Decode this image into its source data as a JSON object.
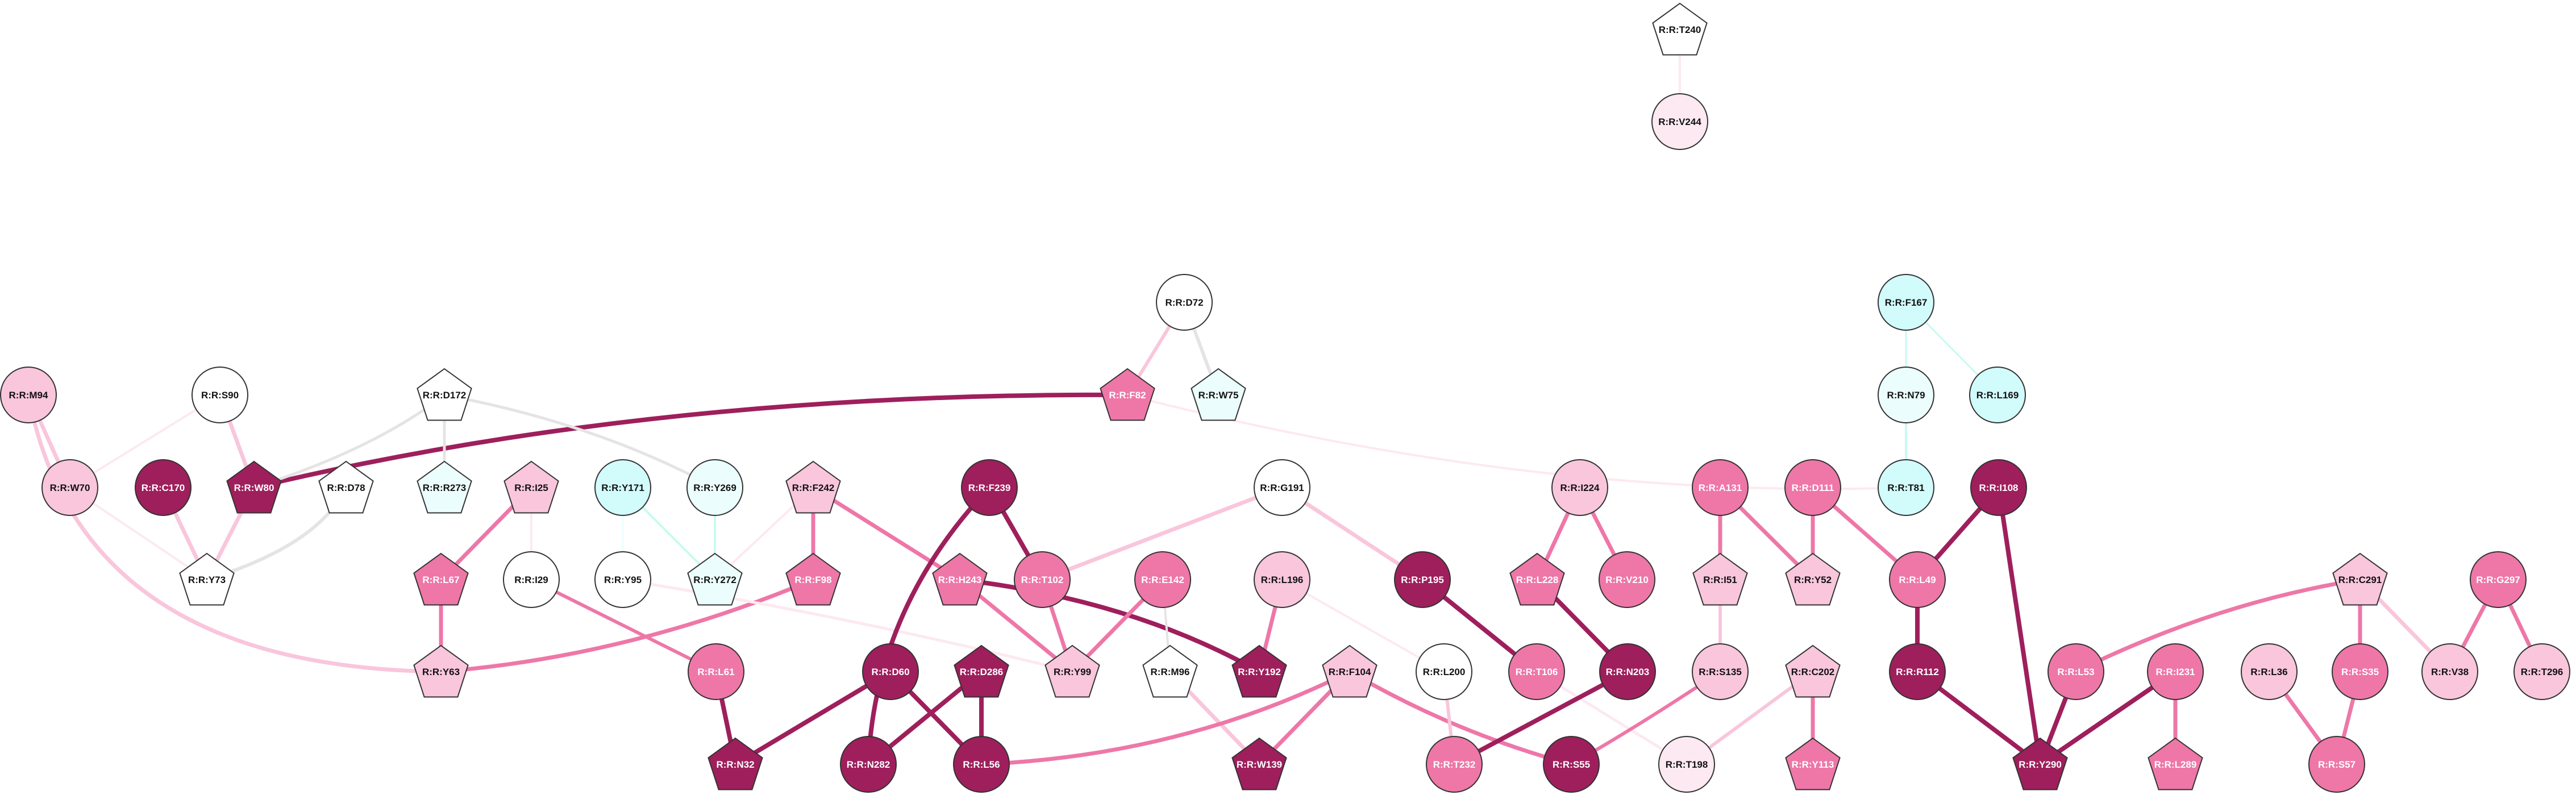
{
  "colors": {
    "c0": "#ffffff",
    "c1": "#fde9f1",
    "c2": "#f9c6dc",
    "c3": "#ee77a8",
    "c4": "#9e1f5c",
    "cyan": "#d2fbfb",
    "cyanl": "#ecfdfd",
    "edge_grey": "#e4e4e4",
    "edge_cyan": "#c8fbf0",
    "outline": "#333333"
  },
  "nodes": [
    {
      "id": "T240",
      "label": "R:R:T240",
      "shape": "pentagon",
      "fill": "c0"
    },
    {
      "id": "V244",
      "label": "R:R:V244",
      "shape": "circle",
      "fill": "c1"
    },
    {
      "id": "D72",
      "label": "R:R:D72",
      "shape": "circle",
      "fill": "c0"
    },
    {
      "id": "F82",
      "label": "R:R:F82",
      "shape": "pentagon",
      "fill": "c3"
    },
    {
      "id": "W75",
      "label": "R:R:W75",
      "shape": "pentagon",
      "fill": "cyanl"
    },
    {
      "id": "F167",
      "label": "R:R:F167",
      "shape": "circle",
      "fill": "cyan"
    },
    {
      "id": "N79",
      "label": "R:R:N79",
      "shape": "circle",
      "fill": "cyanl"
    },
    {
      "id": "L169",
      "label": "R:R:L169",
      "shape": "circle",
      "fill": "cyan"
    },
    {
      "id": "T81",
      "label": "R:R:T81",
      "shape": "circle",
      "fill": "cyan"
    },
    {
      "id": "M94",
      "label": "R:R:M94",
      "shape": "circle",
      "fill": "c2"
    },
    {
      "id": "S90",
      "label": "R:R:S90",
      "shape": "circle",
      "fill": "c0"
    },
    {
      "id": "D172",
      "label": "R:R:D172",
      "shape": "pentagon",
      "fill": "c0"
    },
    {
      "id": "W70",
      "label": "R:R:W70",
      "shape": "circle",
      "fill": "c2"
    },
    {
      "id": "C170",
      "label": "R:R:C170",
      "shape": "circle",
      "fill": "c4"
    },
    {
      "id": "W80",
      "label": "R:R:W80",
      "shape": "pentagon",
      "fill": "c4"
    },
    {
      "id": "D78",
      "label": "R:R:D78",
      "shape": "pentagon",
      "fill": "c0"
    },
    {
      "id": "R273",
      "label": "R:R:R273",
      "shape": "pentagon",
      "fill": "cyanl"
    },
    {
      "id": "I25",
      "label": "R:R:I25",
      "shape": "pentagon",
      "fill": "c2"
    },
    {
      "id": "Y171",
      "label": "R:R:Y171",
      "shape": "circle",
      "fill": "cyan"
    },
    {
      "id": "Y269",
      "label": "R:R:Y269",
      "shape": "circle",
      "fill": "cyanl"
    },
    {
      "id": "F242",
      "label": "R:R:F242",
      "shape": "pentagon",
      "fill": "c2"
    },
    {
      "id": "F239",
      "label": "R:R:F239",
      "shape": "circle",
      "fill": "c4"
    },
    {
      "id": "G191",
      "label": "R:R:G191",
      "shape": "circle",
      "fill": "c0"
    },
    {
      "id": "I224",
      "label": "R:R:I224",
      "shape": "circle",
      "fill": "c2"
    },
    {
      "id": "A131",
      "label": "R:R:A131",
      "shape": "circle",
      "fill": "c3"
    },
    {
      "id": "D111",
      "label": "R:R:D111",
      "shape": "circle",
      "fill": "c3"
    },
    {
      "id": "I108",
      "label": "R:R:I108",
      "shape": "circle",
      "fill": "c4"
    },
    {
      "id": "C291",
      "label": "R:R:C291",
      "shape": "pentagon",
      "fill": "c2"
    },
    {
      "id": "G297",
      "label": "R:R:G297",
      "shape": "circle",
      "fill": "c3"
    },
    {
      "id": "Y73",
      "label": "R:R:Y73",
      "shape": "pentagon",
      "fill": "c0"
    },
    {
      "id": "L67",
      "label": "R:R:L67",
      "shape": "pentagon",
      "fill": "c3"
    },
    {
      "id": "I29",
      "label": "R:R:I29",
      "shape": "circle",
      "fill": "c0"
    },
    {
      "id": "Y95",
      "label": "R:R:Y95",
      "shape": "circle",
      "fill": "c0"
    },
    {
      "id": "Y272",
      "label": "R:R:Y272",
      "shape": "pentagon",
      "fill": "cyanl"
    },
    {
      "id": "F98",
      "label": "R:R:F98",
      "shape": "pentagon",
      "fill": "c3"
    },
    {
      "id": "H243",
      "label": "R:R:H243",
      "shape": "pentagon",
      "fill": "c3"
    },
    {
      "id": "T102",
      "label": "R:R:T102",
      "shape": "circle",
      "fill": "c3"
    },
    {
      "id": "E142",
      "label": "R:R:E142",
      "shape": "circle",
      "fill": "c3"
    },
    {
      "id": "L196",
      "label": "R:R:L196",
      "shape": "circle",
      "fill": "c2"
    },
    {
      "id": "P195",
      "label": "R:R:P195",
      "shape": "circle",
      "fill": "c4"
    },
    {
      "id": "L228",
      "label": "R:R:L228",
      "shape": "pentagon",
      "fill": "c3"
    },
    {
      "id": "V210",
      "label": "R:R:V210",
      "shape": "circle",
      "fill": "c3"
    },
    {
      "id": "I51",
      "label": "R:R:I51",
      "shape": "pentagon",
      "fill": "c2"
    },
    {
      "id": "Y52",
      "label": "R:R:Y52",
      "shape": "pentagon",
      "fill": "c2"
    },
    {
      "id": "L49",
      "label": "R:R:L49",
      "shape": "circle",
      "fill": "c3"
    },
    {
      "id": "Y63",
      "label": "R:R:Y63",
      "shape": "pentagon",
      "fill": "c2"
    },
    {
      "id": "L61",
      "label": "R:R:L61",
      "shape": "circle",
      "fill": "c3"
    },
    {
      "id": "D60",
      "label": "R:R:D60",
      "shape": "circle",
      "fill": "c4"
    },
    {
      "id": "D286",
      "label": "R:R:D286",
      "shape": "pentagon",
      "fill": "c4"
    },
    {
      "id": "Y99",
      "label": "R:R:Y99",
      "shape": "pentagon",
      "fill": "c2"
    },
    {
      "id": "M96",
      "label": "R:R:M96",
      "shape": "pentagon",
      "fill": "c0"
    },
    {
      "id": "Y192",
      "label": "R:R:Y192",
      "shape": "pentagon",
      "fill": "c4"
    },
    {
      "id": "F104",
      "label": "R:R:F104",
      "shape": "pentagon",
      "fill": "c2"
    },
    {
      "id": "L200",
      "label": "R:R:L200",
      "shape": "circle",
      "fill": "c0"
    },
    {
      "id": "T106",
      "label": "R:R:T106",
      "shape": "circle",
      "fill": "c3"
    },
    {
      "id": "N203",
      "label": "R:R:N203",
      "shape": "circle",
      "fill": "c4"
    },
    {
      "id": "S135",
      "label": "R:R:S135",
      "shape": "circle",
      "fill": "c2"
    },
    {
      "id": "C202",
      "label": "R:R:C202",
      "shape": "pentagon",
      "fill": "c2"
    },
    {
      "id": "R112",
      "label": "R:R:R112",
      "shape": "circle",
      "fill": "c4"
    },
    {
      "id": "L53",
      "label": "R:R:L53",
      "shape": "circle",
      "fill": "c3"
    },
    {
      "id": "I231",
      "label": "R:R:I231",
      "shape": "circle",
      "fill": "c3"
    },
    {
      "id": "L36",
      "label": "R:R:L36",
      "shape": "circle",
      "fill": "c2"
    },
    {
      "id": "S35",
      "label": "R:R:S35",
      "shape": "circle",
      "fill": "c3"
    },
    {
      "id": "V38",
      "label": "R:R:V38",
      "shape": "circle",
      "fill": "c2"
    },
    {
      "id": "T296",
      "label": "R:R:T296",
      "shape": "circle",
      "fill": "c2"
    },
    {
      "id": "N32",
      "label": "R:R:N32",
      "shape": "pentagon",
      "fill": "c4"
    },
    {
      "id": "N282",
      "label": "R:R:N282",
      "shape": "circle",
      "fill": "c4"
    },
    {
      "id": "L56",
      "label": "R:R:L56",
      "shape": "circle",
      "fill": "c4"
    },
    {
      "id": "W139",
      "label": "R:R:W139",
      "shape": "pentagon",
      "fill": "c4"
    },
    {
      "id": "T232",
      "label": "R:R:T232",
      "shape": "circle",
      "fill": "c3"
    },
    {
      "id": "S55",
      "label": "R:R:S55",
      "shape": "circle",
      "fill": "c4"
    },
    {
      "id": "T198",
      "label": "R:R:T198",
      "shape": "circle",
      "fill": "c1"
    },
    {
      "id": "Y113",
      "label": "R:R:Y113",
      "shape": "pentagon",
      "fill": "c3"
    },
    {
      "id": "Y290",
      "label": "R:R:Y290",
      "shape": "pentagon",
      "fill": "c4"
    },
    {
      "id": "L289",
      "label": "R:R:L289",
      "shape": "pentagon",
      "fill": "c3"
    },
    {
      "id": "S57",
      "label": "R:R:S57",
      "shape": "circle",
      "fill": "c3"
    }
  ],
  "edges": [
    {
      "s": "T240",
      "t": "V244",
      "color": "c1",
      "w": 4
    },
    {
      "s": "D72",
      "t": "F82",
      "color": "c2",
      "w": 6
    },
    {
      "s": "D72",
      "t": "W75",
      "color": "edge_grey",
      "w": 6
    },
    {
      "s": "F82",
      "t": "W80",
      "color": "c4",
      "w": 8
    },
    {
      "s": "F82",
      "t": "T81",
      "color": "c1",
      "w": 4
    },
    {
      "s": "F167",
      "t": "N79",
      "color": "edge_cyan",
      "w": 3
    },
    {
      "s": "F167",
      "t": "L169",
      "color": "edge_cyan",
      "w": 3
    },
    {
      "s": "N79",
      "t": "T81",
      "color": "edge_cyan",
      "w": 4
    },
    {
      "s": "M94",
      "t": "W70",
      "color": "c2",
      "w": 7
    },
    {
      "s": "M94",
      "t": "Y63",
      "color": "c2",
      "w": 7
    },
    {
      "s": "S90",
      "t": "W70",
      "color": "c1",
      "w": 4
    },
    {
      "s": "S90",
      "t": "W80",
      "color": "c2",
      "w": 7
    },
    {
      "s": "W70",
      "t": "Y73",
      "color": "c1",
      "w": 4
    },
    {
      "s": "C170",
      "t": "Y73",
      "color": "c2",
      "w": 7
    },
    {
      "s": "W80",
      "t": "Y73",
      "color": "c2",
      "w": 7
    },
    {
      "s": "D78",
      "t": "Y73",
      "color": "edge_grey",
      "w": 6
    },
    {
      "s": "D172",
      "t": "W80",
      "color": "edge_grey",
      "w": 5
    },
    {
      "s": "D172",
      "t": "R273",
      "color": "edge_grey",
      "w": 5
    },
    {
      "s": "D172",
      "t": "Y269",
      "color": "edge_grey",
      "w": 5
    },
    {
      "s": "I25",
      "t": "L67",
      "color": "c3",
      "w": 7
    },
    {
      "s": "I25",
      "t": "I29",
      "color": "c1",
      "w": 4
    },
    {
      "s": "L67",
      "t": "Y63",
      "color": "c3",
      "w": 7
    },
    {
      "s": "F98",
      "t": "Y63",
      "color": "c3",
      "w": 7
    },
    {
      "s": "I29",
      "t": "L61",
      "color": "c3",
      "w": 6
    },
    {
      "s": "L61",
      "t": "N32",
      "color": "c4",
      "w": 8
    },
    {
      "s": "Y171",
      "t": "Y95",
      "color": "cyanl",
      "w": 3
    },
    {
      "s": "Y171",
      "t": "Y272",
      "color": "edge_cyan",
      "w": 4
    },
    {
      "s": "Y269",
      "t": "Y272",
      "color": "edge_cyan",
      "w": 4
    },
    {
      "s": "F242",
      "t": "Y272",
      "color": "c1",
      "w": 4
    },
    {
      "s": "F242",
      "t": "F98",
      "color": "c3",
      "w": 7
    },
    {
      "s": "F242",
      "t": "H243",
      "color": "c3",
      "w": 7
    },
    {
      "s": "Y95",
      "t": "Y99",
      "color": "c1",
      "w": 5
    },
    {
      "s": "F239",
      "t": "T102",
      "color": "c4",
      "w": 8
    },
    {
      "s": "F239",
      "t": "N282",
      "color": "c4",
      "w": 8
    },
    {
      "s": "H243",
      "t": "Y99",
      "color": "c3",
      "w": 7
    },
    {
      "s": "H243",
      "t": "Y192",
      "color": "c4",
      "w": 8
    },
    {
      "s": "G191",
      "t": "T102",
      "color": "c2",
      "w": 7
    },
    {
      "s": "G191",
      "t": "P195",
      "color": "c2",
      "w": 7
    },
    {
      "s": "T102",
      "t": "Y99",
      "color": "c3",
      "w": 7
    },
    {
      "s": "E142",
      "t": "Y99",
      "color": "c3",
      "w": 7
    },
    {
      "s": "E142",
      "t": "M96",
      "color": "edge_grey",
      "w": 4
    },
    {
      "s": "M96",
      "t": "W139",
      "color": "c2",
      "w": 7
    },
    {
      "s": "L196",
      "t": "Y192",
      "color": "c3",
      "w": 7
    },
    {
      "s": "L196",
      "t": "L200",
      "color": "c1",
      "w": 4
    },
    {
      "s": "P195",
      "t": "T106",
      "color": "c4",
      "w": 8
    },
    {
      "s": "F104",
      "t": "W139",
      "color": "c3",
      "w": 7
    },
    {
      "s": "F104",
      "t": "L56",
      "color": "c3",
      "w": 7
    },
    {
      "s": "F104",
      "t": "S55",
      "color": "c3",
      "w": 7
    },
    {
      "s": "L200",
      "t": "T232",
      "color": "c2",
      "w": 6
    },
    {
      "s": "T106",
      "t": "T198",
      "color": "c1",
      "w": 5
    },
    {
      "s": "I224",
      "t": "L228",
      "color": "c3",
      "w": 7
    },
    {
      "s": "I224",
      "t": "V210",
      "color": "c3",
      "w": 7
    },
    {
      "s": "L228",
      "t": "N203",
      "color": "c4",
      "w": 8
    },
    {
      "s": "N203",
      "t": "T232",
      "color": "c4",
      "w": 8
    },
    {
      "s": "A131",
      "t": "I51",
      "color": "c3",
      "w": 7
    },
    {
      "s": "A131",
      "t": "Y52",
      "color": "c3",
      "w": 7
    },
    {
      "s": "D111",
      "t": "Y52",
      "color": "c3",
      "w": 7
    },
    {
      "s": "D111",
      "t": "L49",
      "color": "c3",
      "w": 7
    },
    {
      "s": "I51",
      "t": "S135",
      "color": "c2",
      "w": 6
    },
    {
      "s": "S135",
      "t": "S55",
      "color": "c3",
      "w": 6
    },
    {
      "s": "C202",
      "t": "T198",
      "color": "c2",
      "w": 6
    },
    {
      "s": "C202",
      "t": "Y113",
      "color": "c3",
      "w": 7
    },
    {
      "s": "I108",
      "t": "L49",
      "color": "c4",
      "w": 8
    },
    {
      "s": "I108",
      "t": "Y290",
      "color": "c4",
      "w": 8
    },
    {
      "s": "L49",
      "t": "R112",
      "color": "c4",
      "w": 8
    },
    {
      "s": "R112",
      "t": "Y290",
      "color": "c4",
      "w": 8
    },
    {
      "s": "L53",
      "t": "Y290",
      "color": "c4",
      "w": 8
    },
    {
      "s": "I231",
      "t": "Y290",
      "color": "c4",
      "w": 8
    },
    {
      "s": "I231",
      "t": "L289",
      "color": "c3",
      "w": 7
    },
    {
      "s": "C291",
      "t": "L53",
      "color": "c3",
      "w": 7
    },
    {
      "s": "C291",
      "t": "S35",
      "color": "c3",
      "w": 7
    },
    {
      "s": "C291",
      "t": "V38",
      "color": "c2",
      "w": 7
    },
    {
      "s": "L36",
      "t": "S57",
      "color": "c3",
      "w": 7
    },
    {
      "s": "S35",
      "t": "S57",
      "color": "c3",
      "w": 7
    },
    {
      "s": "G297",
      "t": "V38",
      "color": "c3",
      "w": 7
    },
    {
      "s": "G297",
      "t": "T296",
      "color": "c3",
      "w": 7
    },
    {
      "s": "D60",
      "t": "N32",
      "color": "c4",
      "w": 8
    },
    {
      "s": "D60",
      "t": "L56",
      "color": "c4",
      "w": 8
    },
    {
      "s": "D286",
      "t": "N282",
      "color": "c4",
      "w": 8
    },
    {
      "s": "D286",
      "t": "L56",
      "color": "c4",
      "w": 8
    }
  ]
}
